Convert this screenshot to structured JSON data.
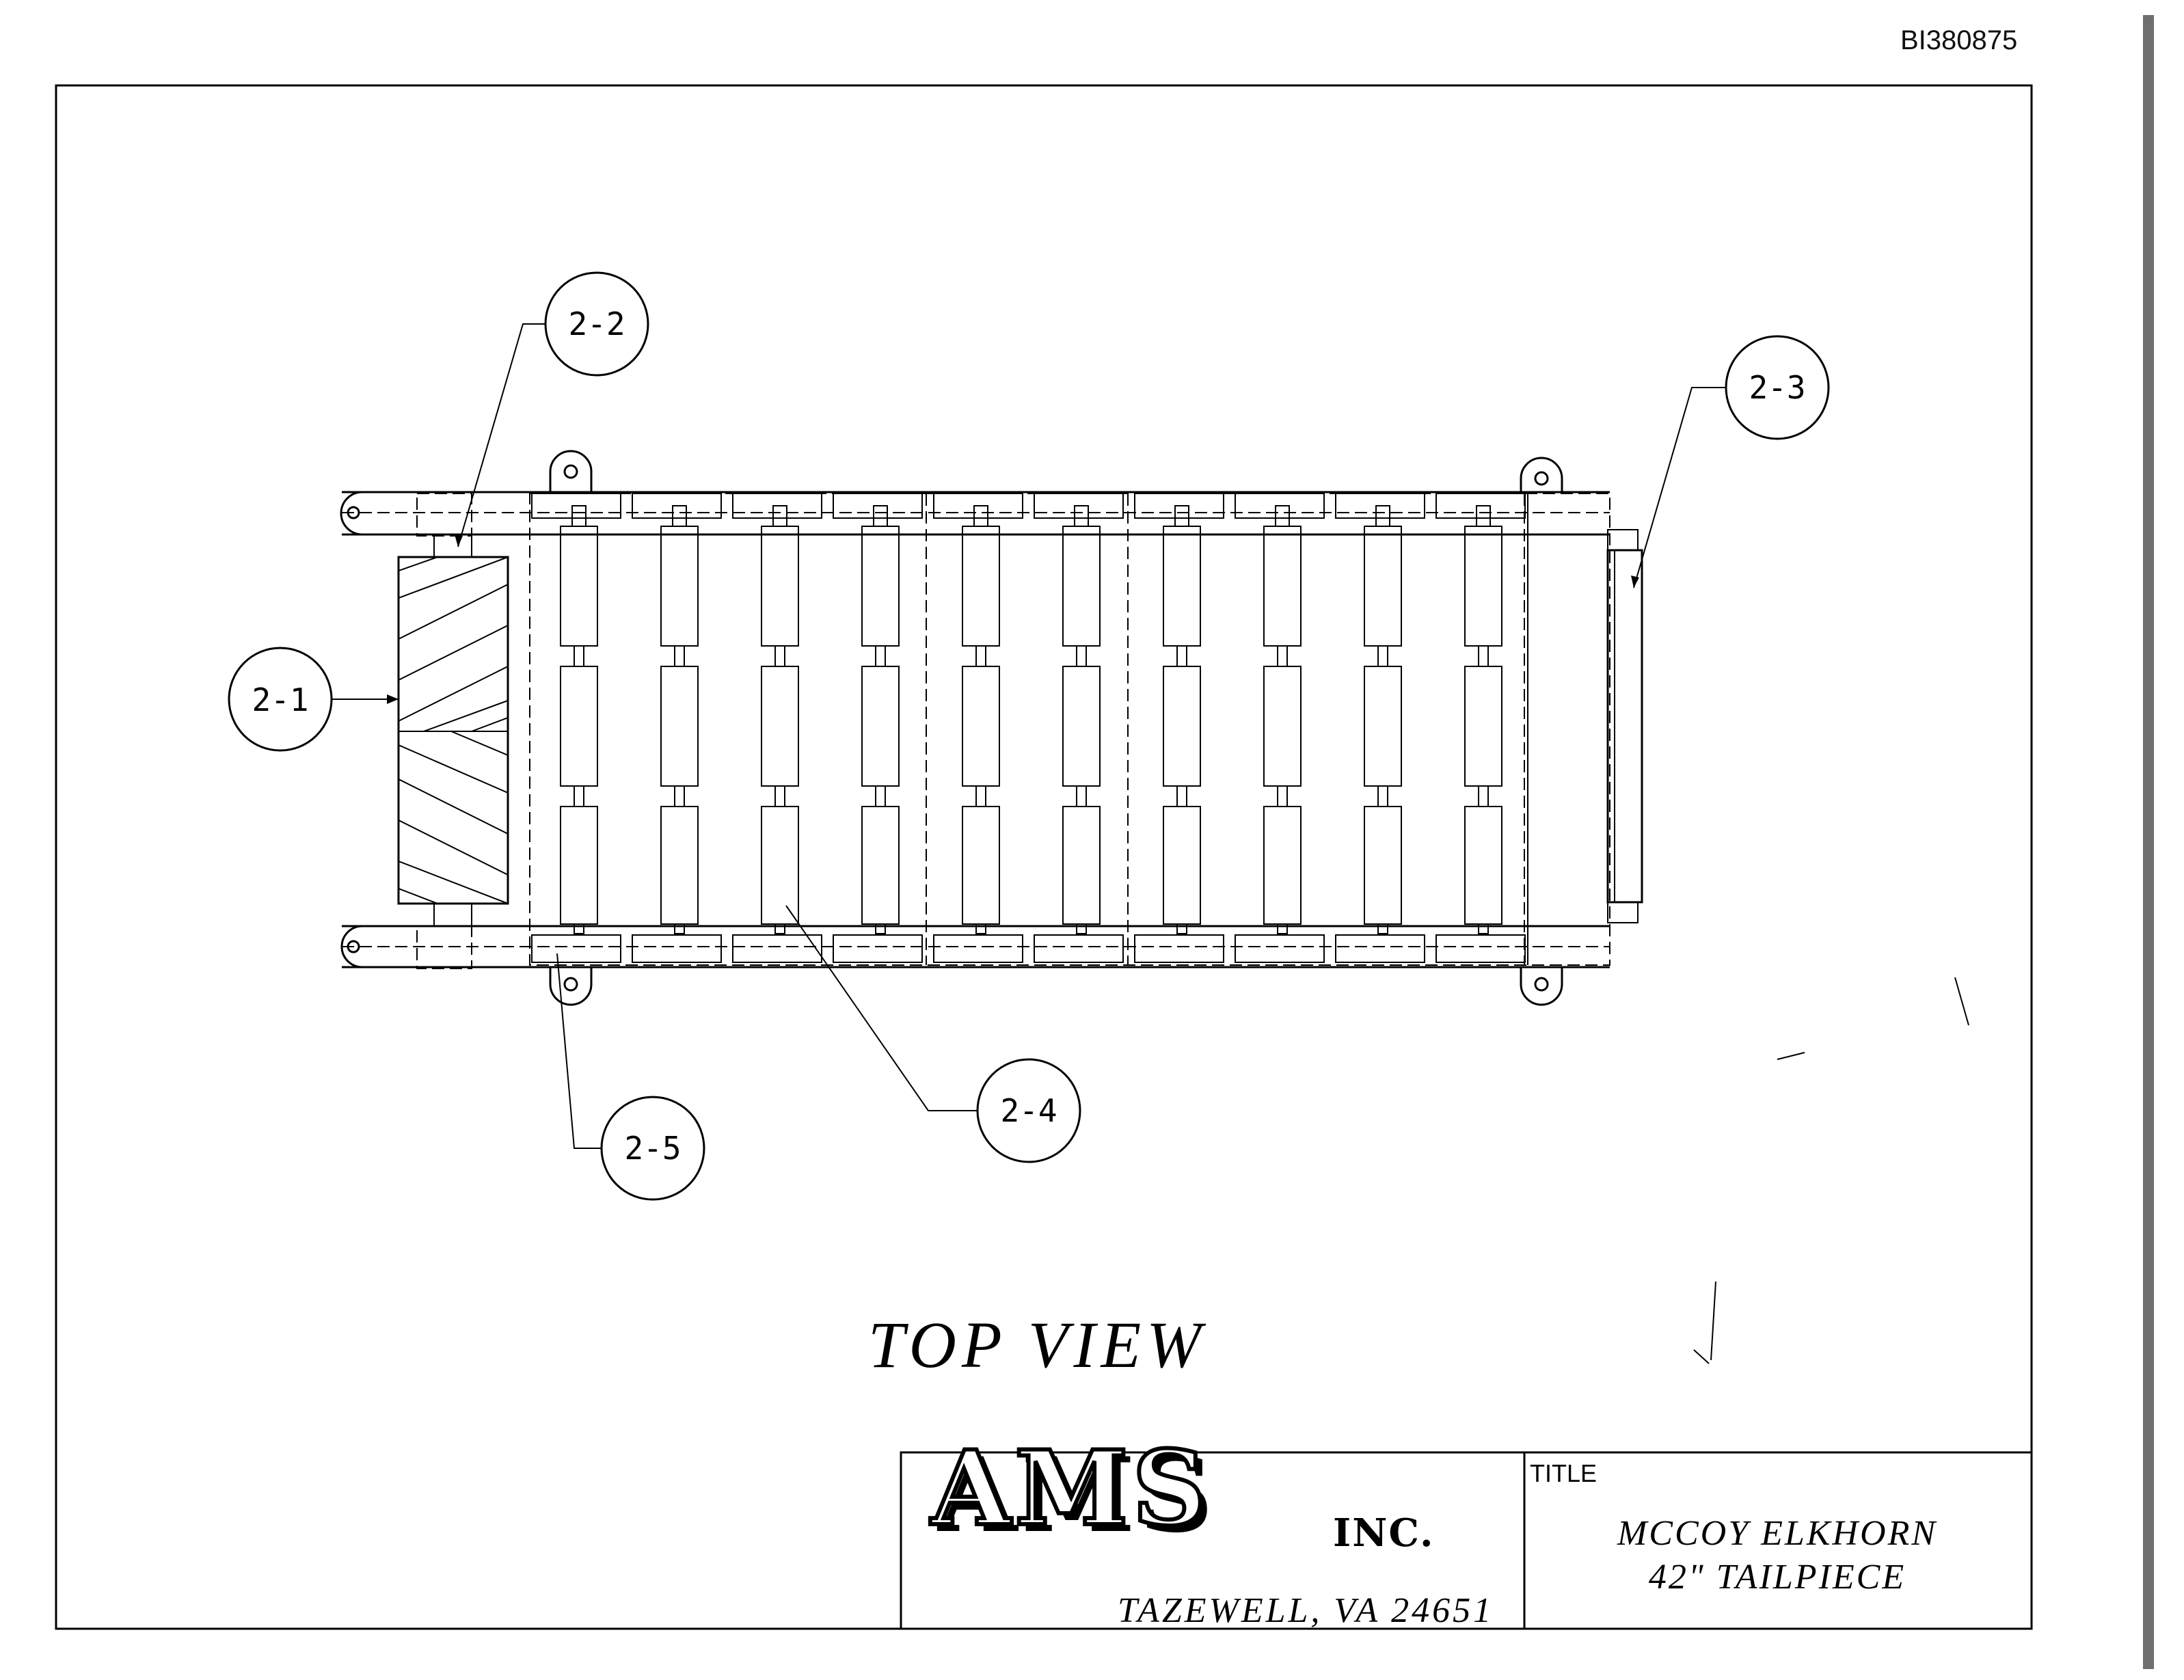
{
  "document_id": "BI380875",
  "view_title": "TOP VIEW",
  "callouts": {
    "c21": "2-1",
    "c22": "2-2",
    "c23": "2-3",
    "c24": "2-4",
    "c25": "2-5"
  },
  "title_block": {
    "company_logo_text": "AMS",
    "company_suffix": "INC.",
    "company_location": "TAZEWELL, VA 24651",
    "title_label": "TITLE",
    "title_line1": "MCCOY ELKHORN",
    "title_line2": "42\" TAILPIECE"
  },
  "colors": {
    "ink": "#000000",
    "paper": "#ffffff",
    "scan_edge": "#6f6f6f"
  }
}
